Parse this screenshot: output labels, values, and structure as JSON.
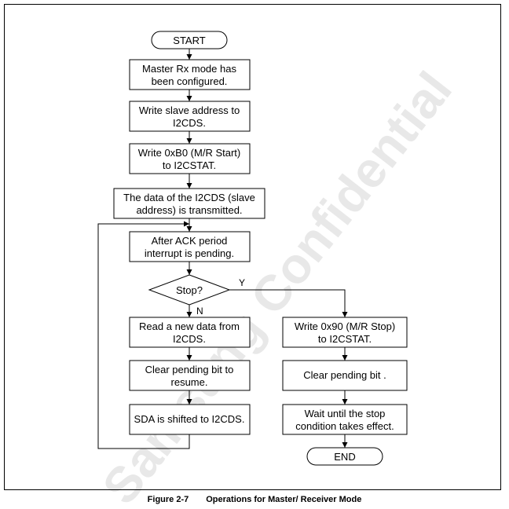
{
  "watermark": "Samsung Confidential",
  "flowchart": {
    "start": "START",
    "end": "END",
    "steps": {
      "configured": [
        "Master Rx mode has",
        "been configured."
      ],
      "write_addr": [
        "Write slave address to",
        "I2CDS."
      ],
      "write_b0": [
        "Write 0xB0 (M/R Start)",
        "to I2CSTAT."
      ],
      "transmitted": [
        "The data of the I2CDS (slave",
        "address) is transmitted."
      ],
      "ack_pending": [
        "After ACK period",
        "interrupt is pending."
      ],
      "read_data": [
        "Read a new data from",
        "I2CDS."
      ],
      "clear_resume": [
        "Clear pending bit to",
        "resume."
      ],
      "shifted": [
        "SDA is shifted to I2CDS."
      ],
      "write_90": [
        "Write 0x90 (M/R Stop)",
        "to I2CSTAT."
      ],
      "clear_bit": [
        "Clear pending bit ."
      ],
      "wait_stop": [
        "Wait until the stop",
        "condition takes effect."
      ]
    },
    "decision": {
      "label": "Stop?",
      "yes": "Y",
      "no": "N"
    }
  },
  "caption": {
    "number": "Figure 2-7",
    "title": "Operations for Master/ Receiver Mode"
  }
}
